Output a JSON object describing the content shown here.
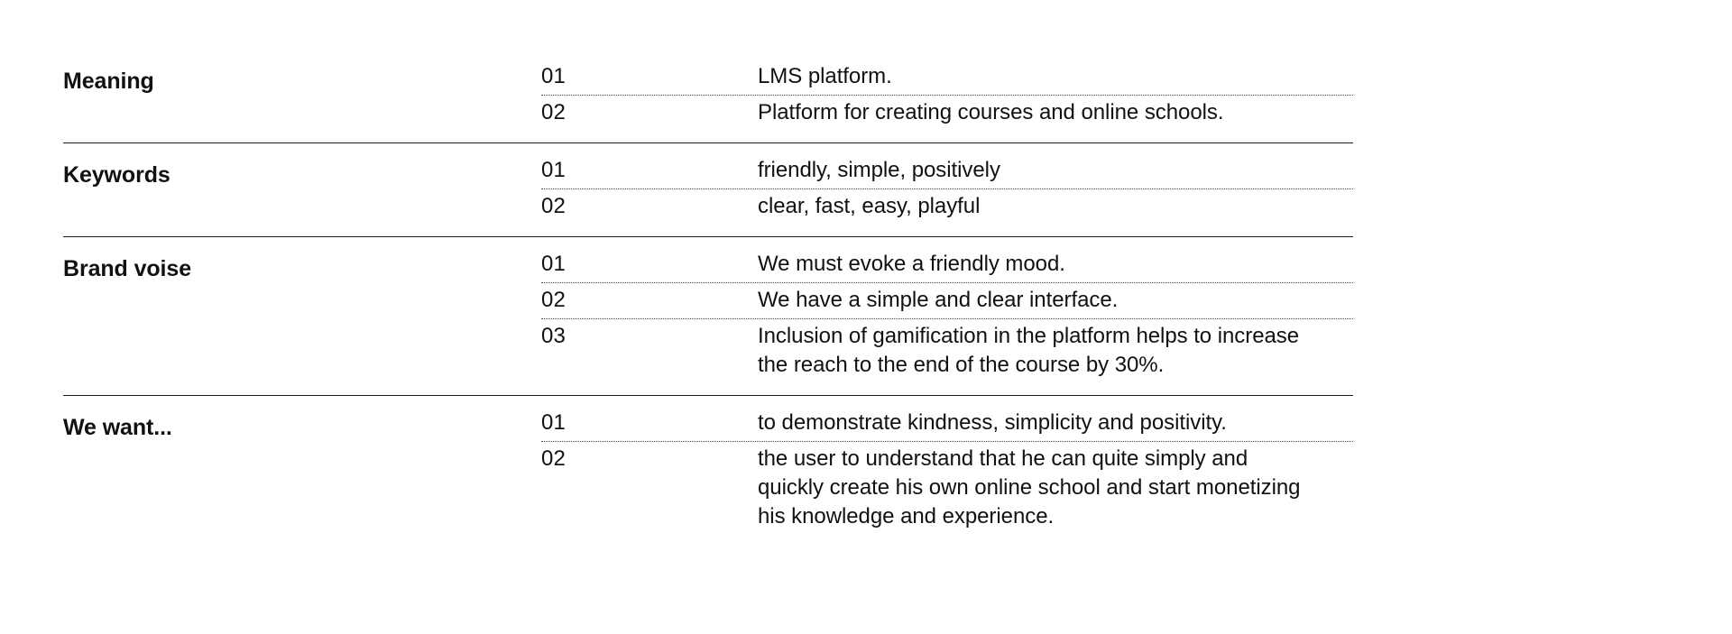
{
  "document": {
    "type": "brand-tone-of-voice-spec-table",
    "background_color": "#ffffff",
    "text_color": "#111111",
    "rule_color": "#1a1a1a",
    "dotted_rule_color": "#4a4a4a"
  },
  "sections": [
    {
      "label": "Meaning",
      "rows": [
        {
          "number": "01",
          "lines": [
            "LMS platform."
          ]
        },
        {
          "number": "02",
          "lines": [
            "Platform for creating courses and online schools."
          ]
        }
      ]
    },
    {
      "label": "Keywords",
      "rows": [
        {
          "number": "01",
          "lines": [
            "friendly, simple, positively"
          ]
        },
        {
          "number": "02",
          "lines": [
            "clear, fast, easy, playful"
          ]
        }
      ]
    },
    {
      "label": "Brand voise",
      "rows": [
        {
          "number": "01",
          "lines": [
            "We must evoke a friendly mood."
          ]
        },
        {
          "number": "02",
          "lines": [
            "We have a simple and clear interface."
          ]
        },
        {
          "number": "03",
          "lines": [
            "Inclusion of gamification in the platform helps to increase",
            "the reach to the end of the course by 30%."
          ]
        }
      ]
    },
    {
      "label": "We want...",
      "rows": [
        {
          "number": "01",
          "lines": [
            "to demonstrate kindness, simplicity and positivity."
          ]
        },
        {
          "number": "02",
          "lines": [
            "the user to understand that he can quite simply and",
            "quickly create his own online school and start monetizing",
            "his knowledge and experience."
          ]
        }
      ]
    }
  ]
}
